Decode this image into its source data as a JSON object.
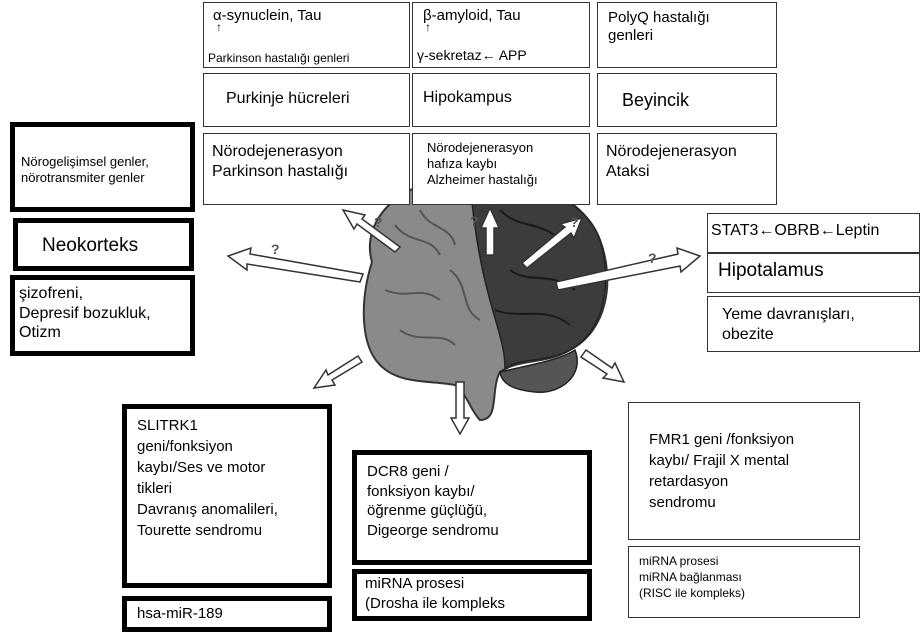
{
  "top_boxes": {
    "col1_genes_line1": "α-synuclein, Tau",
    "col1_genes_arrow": "↑",
    "col1_genes_line2": "Parkinson  hastalığı genleri",
    "col2_genes_line1": "β-amyloid, Tau",
    "col2_genes_arrow": "↑",
    "col2_genes_line2": "γ-sekretaz← APP",
    "col3_genes": "PolyQ hastalığı\ngenleri",
    "col1_region": "Purkinje hücreleri",
    "col2_region": "Hipokampus",
    "col3_region": "Beyincik",
    "col1_disease": "Nörodejenerasyon\nParkinson hastalığı",
    "col2_disease": "Nörodejenerasyon\nhafıza kaybı\nAlzheimer  hastalığı",
    "col3_disease": "Nörodejenerasyon\nAtaksi"
  },
  "left_boxes": {
    "genes": "Nörogelişimsel genler,\nnörotransmiter genler",
    "region": "Neokorteks",
    "disorders": "şizofreni,\nDepresif bozukluk,\nOtizm"
  },
  "right_boxes": {
    "pathway": "STAT3←OBRB←Leptin",
    "region": "Hipotalamus",
    "behavior": "Yeme davranışları,\nobezite"
  },
  "bottom_boxes": {
    "slitrk1": "SLITRK1\ngeni/fonksiyon\nkaybı/Ses ve motor\ntikleri\nDavranış anomalileri,\nTourette sendromu",
    "mir189": "hsa-miR-189",
    "dcr8": "DCR8 geni /\nfonksiyon kaybı/\nöğrenme güçlüğü,\nDigeorge sendromu",
    "mirna_drosha": "miRNA prosesi\n(Drosha ile kompleks",
    "fmr1": "FMR1 geni /fonksiyon\nkaybı/ Frajil X mental\nretardasyon\nsendromu",
    "mirna_risc": "miRNA prosesi\nmiRNA bağlanması\n(RISC ile kompleks)"
  },
  "question_mark": "?"
}
